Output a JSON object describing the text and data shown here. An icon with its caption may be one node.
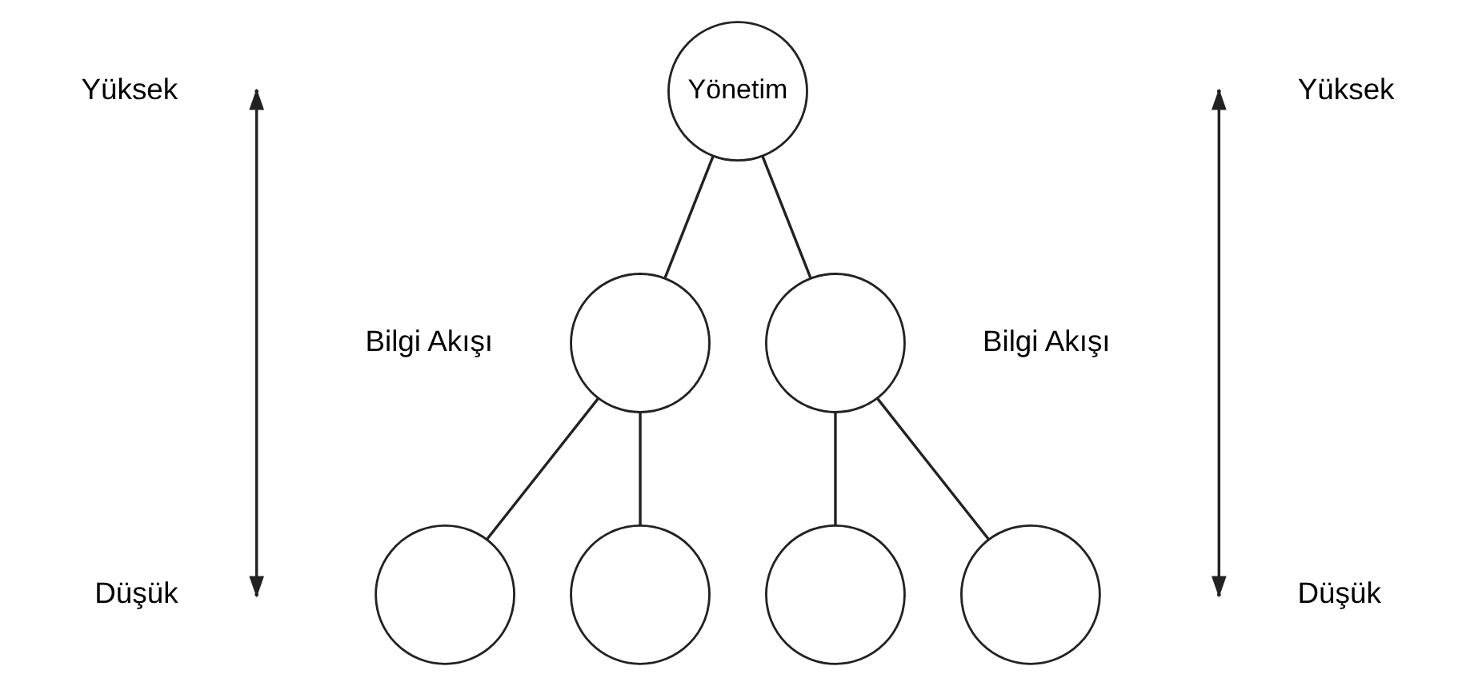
{
  "diagram": {
    "nodes": [
      {
        "text": [
          "Yönetim"
        ]
      },
      {
        "text": [],
        "shape": "circle"
      },
      {
        "text": [],
        "shape": "circle"
      },
      {
        "text": [],
        "shape": "circle"
      },
      {
        "text": [],
        "shape": "circle"
      },
      {
        "text": [],
        "shape": "circle"
      },
      {
        "text": [],
        "shape": "circle"
      }
    ],
    "edges": [
      {
        "from": 0,
        "to": 1,
        "arrow": "none"
      },
      {
        "from": 0,
        "to": 2,
        "arrow": "none"
      },
      {
        "from": 1,
        "to": 3,
        "arrow": "none"
      },
      {
        "from": 1,
        "to": 4,
        "arrow": "none"
      },
      {
        "from": 2,
        "to": 5,
        "arrow": "none"
      },
      {
        "from": 2,
        "to": 6,
        "arrow": "none"
      }
    ],
    "labels": [
      "Yüksek",
      "Yüksek",
      "Bilgi Akışı",
      "Bilgi Akışı",
      "Düşük",
      "Düşük"
    ]
  }
}
